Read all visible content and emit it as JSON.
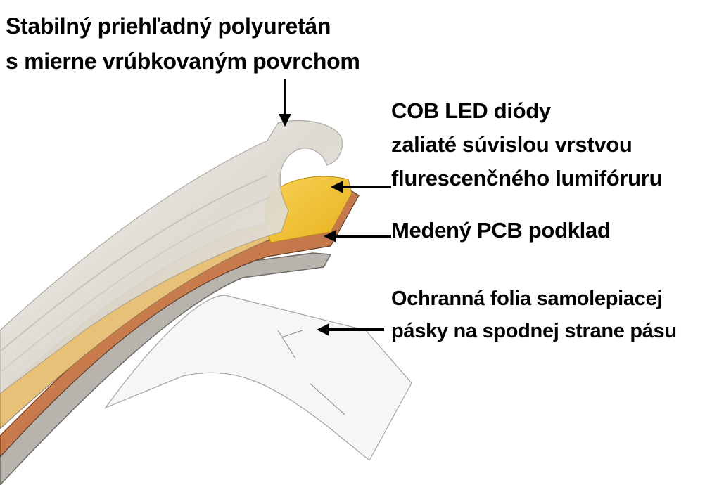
{
  "diagram": {
    "subject": "COB LED strip cross-section",
    "colors": {
      "background": "#ffffff",
      "text": "#000000",
      "arrow": "#000000",
      "polyurethane": "#e6e3dc",
      "phosphor_yellow": "#f2c33a",
      "led_strip_amber": "#e8c178",
      "copper": "#c87a4a",
      "base_gray": "#b9b6b0",
      "foil": "#f4f4f4"
    },
    "labels": {
      "polyurethane": {
        "line1": "Stabilný priehľadný polyuretán",
        "line2": "s mierne vrúbkovaným povrchom"
      },
      "cob_led": {
        "line1": "COB LED diódy",
        "line2": "zaliaté súvislou vrstvou",
        "line3": "flurescenčného lumifóruru"
      },
      "pcb": {
        "line1": "Medený PCB podklad"
      },
      "foil": {
        "line1": "Ochranná folia samolepiacej",
        "line2": "pásky na spodnej strane pásu"
      }
    },
    "arrows": [
      {
        "target": "polyurethane",
        "direction": "down"
      },
      {
        "target": "cob_led",
        "direction": "left"
      },
      {
        "target": "pcb",
        "direction": "left"
      },
      {
        "target": "foil",
        "direction": "left"
      }
    ]
  }
}
